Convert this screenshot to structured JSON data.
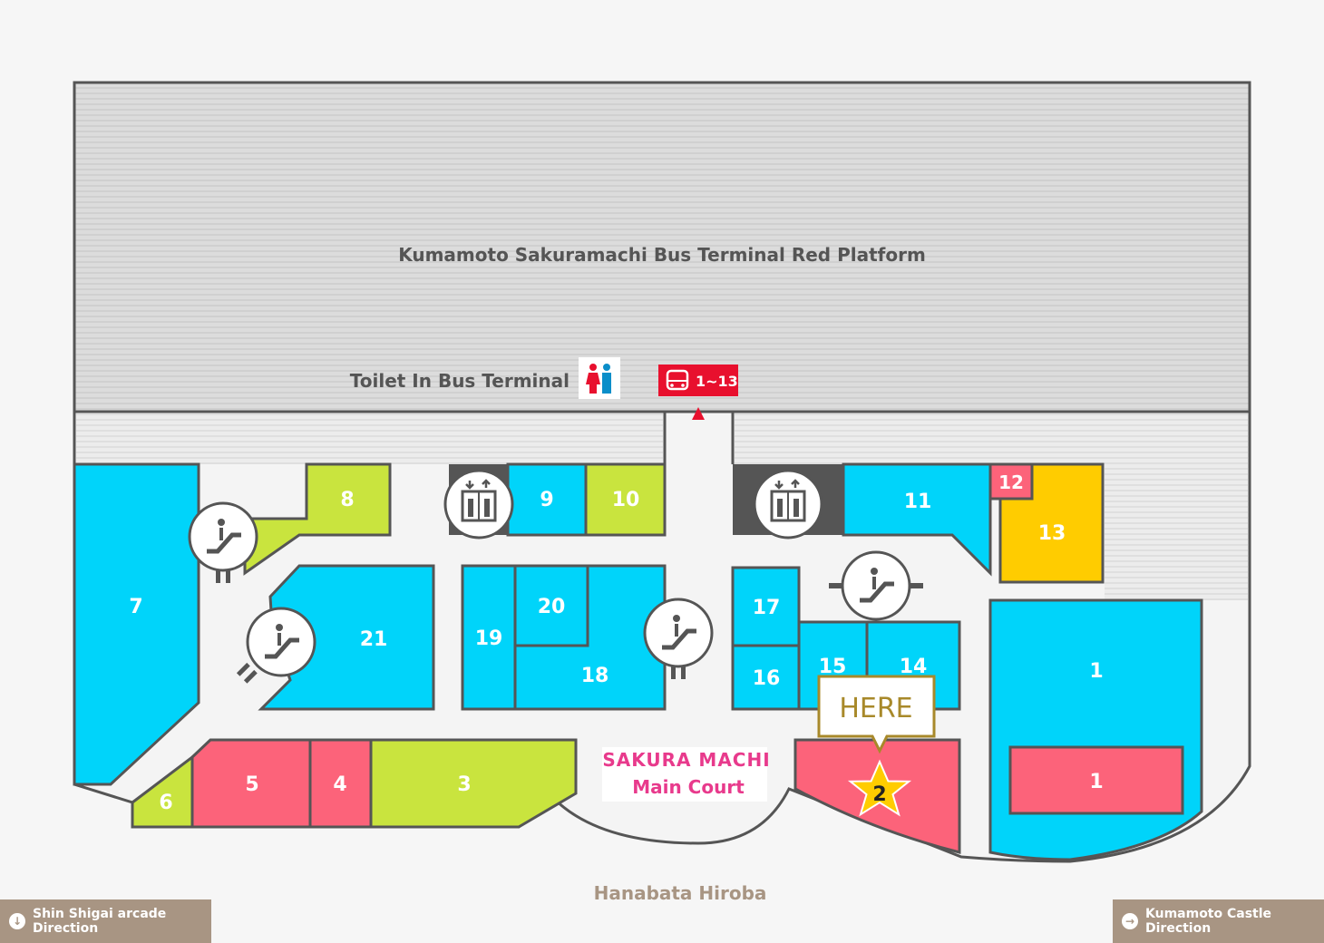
{
  "map": {
    "platform_label": "Kumamoto Sakuramachi Bus Terminal Red Platform",
    "toilet_label": "Toilet In Bus Terminal",
    "bus_badge": "1~13",
    "court_title": "SAKURA MACHI",
    "court_subtitle": "Main Court",
    "plaza_label": "Hanabata Hiroba",
    "here_label": "HERE",
    "here_star_number": "2",
    "units": {
      "u1a": "1",
      "u1b": "1",
      "u3": "3",
      "u4": "4",
      "u5": "5",
      "u6": "6",
      "u7": "7",
      "u8": "8",
      "u9": "9",
      "u10": "10",
      "u11": "11",
      "u12": "12",
      "u13": "13",
      "u14": "14",
      "u15": "15",
      "u16": "16",
      "u17": "17",
      "u18": "18",
      "u19": "19",
      "u20": "20",
      "u21": "21"
    },
    "colors": {
      "blue": "#00d4fa",
      "green": "#c9e43e",
      "pink": "#fc637a",
      "yellow": "#ffcc00",
      "red": "#e8102e",
      "magenta": "#e83a8c",
      "brown": "#a89583",
      "gold": "#a8892a"
    }
  },
  "directions": {
    "left_label": "Shin Shigai arcade Direction",
    "right_label": "Kumamoto Castle Direction"
  }
}
